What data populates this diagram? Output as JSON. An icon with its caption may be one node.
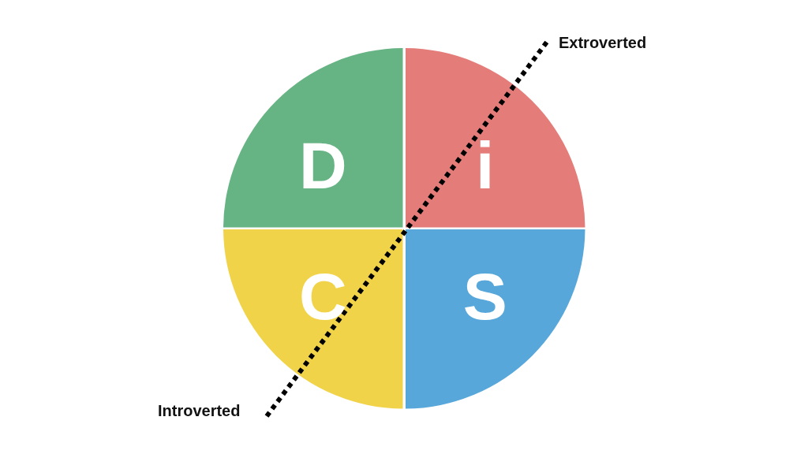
{
  "diagram": {
    "nodes": [
      {
        "text": [
          "D"
        ]
      },
      {
        "text": [
          "i"
        ]
      },
      {
        "text": [
          "C"
        ]
      },
      {
        "text": [
          "S"
        ]
      }
    ],
    "labels": [
      "Extroverted",
      "Introverted"
    ]
  }
}
